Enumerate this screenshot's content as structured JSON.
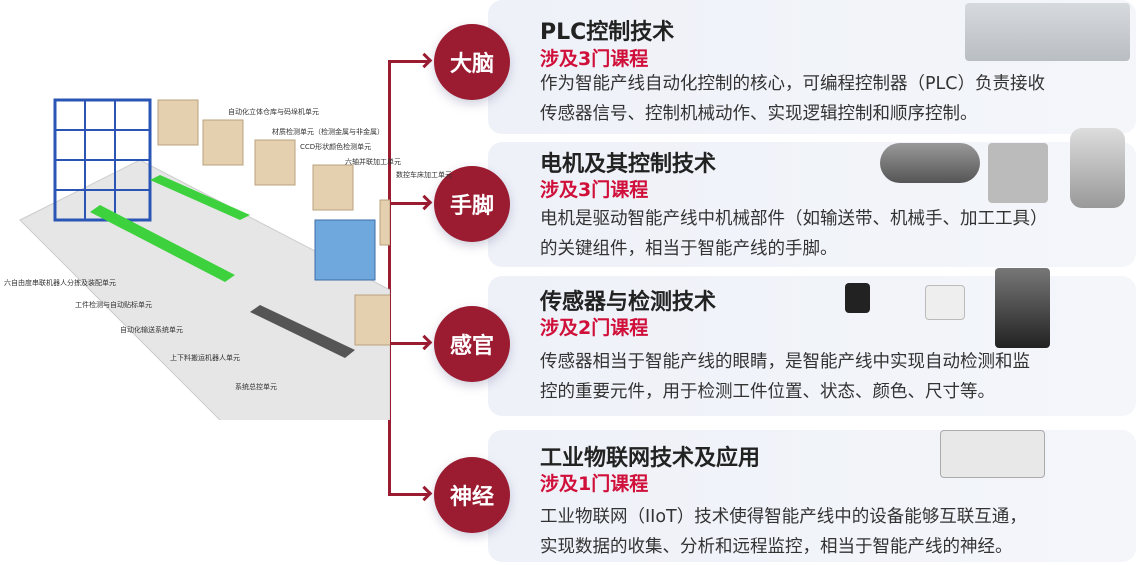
{
  "factory_labels": [
    "自动化立体仓库与码垛机单元",
    "材质检测单元（检测金属与非金属）",
    "CCD形状颜色检测单元",
    "六轴并联加工单元",
    "数控车床加工单元",
    "六自由度串联机器人分拣及装配单元",
    "工件检测与自动贴标单元",
    "自动化输送系统单元",
    "上下料搬运机器人单元",
    "系统总控单元"
  ],
  "sections": [
    {
      "badge": "大脑",
      "title": "PLC控制技术",
      "courses": "涉及3门课程",
      "lines": [
        "作为智能产线自动化控制的核心，可编程控制器（PLC）负责接收",
        "传感器信号、控制机械动作、实现逻辑控制和顺序控制。"
      ]
    },
    {
      "badge": "手脚",
      "title": "电机及其控制技术",
      "courses": "涉及3门课程",
      "lines": [
        "电机是驱动智能产线中机械部件（如输送带、机械手、加工工具）",
        "的关键组件，相当于智能产线的手脚。"
      ]
    },
    {
      "badge": "感官",
      "title": "传感器与检测技术",
      "courses": "涉及2门课程",
      "lines": [
        "传感器相当于智能产线的眼睛，是智能产线中实现自动检测和监",
        "控的重要元件，用于检测工件位置、状态、颜色、尺寸等。"
      ]
    },
    {
      "badge": "神经",
      "title": "工业物联网技术及应用",
      "courses": "涉及1门课程",
      "lines": [
        "工业物联网（IIoT）技术使得智能产线中的设备能够互联互通，",
        "实现数据的收集、分析和远程监控，相当于智能产线的神经。"
      ]
    }
  ],
  "colors": {
    "accent": "#9b1b30",
    "courses": "#d0103a"
  }
}
